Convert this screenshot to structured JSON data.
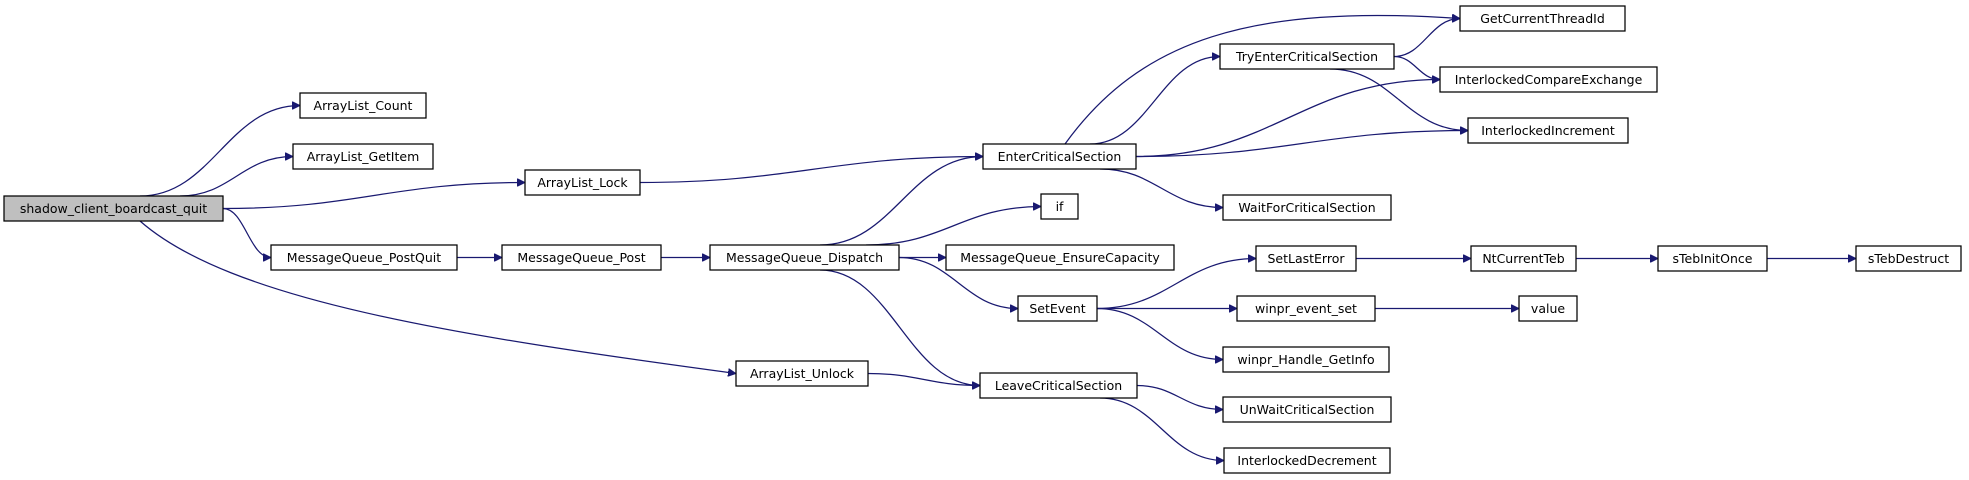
{
  "graph": {
    "nodes": [
      {
        "id": "root",
        "label": "shadow_client_boardcast_quit"
      },
      {
        "id": "al_count",
        "label": "ArrayList_Count"
      },
      {
        "id": "al_getitem",
        "label": "ArrayList_GetItem"
      },
      {
        "id": "al_lock",
        "label": "ArrayList_Lock"
      },
      {
        "id": "mq_postquit",
        "label": "MessageQueue_PostQuit"
      },
      {
        "id": "al_unlock",
        "label": "ArrayList_Unlock"
      },
      {
        "id": "mq_post",
        "label": "MessageQueue_Post"
      },
      {
        "id": "mq_dispatch",
        "label": "MessageQueue_Dispatch"
      },
      {
        "id": "enter_cs",
        "label": "EnterCriticalSection"
      },
      {
        "id": "if",
        "label": "if"
      },
      {
        "id": "mq_ensure",
        "label": "MessageQueue_EnsureCapacity"
      },
      {
        "id": "setevent",
        "label": "SetEvent"
      },
      {
        "id": "leave_cs",
        "label": "LeaveCriticalSection"
      },
      {
        "id": "getthreadid",
        "label": "GetCurrentThreadId"
      },
      {
        "id": "tryenter_cs",
        "label": "TryEnterCriticalSection"
      },
      {
        "id": "icmpxchg",
        "label": "InterlockedCompareExchange"
      },
      {
        "id": "iinc",
        "label": "InterlockedIncrement"
      },
      {
        "id": "waitcs",
        "label": "WaitForCriticalSection"
      },
      {
        "id": "setlasterror",
        "label": "SetLastError"
      },
      {
        "id": "eventset",
        "label": "winpr_event_set"
      },
      {
        "id": "handleinfo",
        "label": "winpr_Handle_GetInfo"
      },
      {
        "id": "unwaitcs",
        "label": "UnWaitCriticalSection"
      },
      {
        "id": "idec",
        "label": "InterlockedDecrement"
      },
      {
        "id": "ntteb",
        "label": "NtCurrentTeb"
      },
      {
        "id": "value",
        "label": "value"
      },
      {
        "id": "tebinit",
        "label": "sTebInitOnce"
      },
      {
        "id": "tebdestruct",
        "label": "sTebDestruct"
      }
    ],
    "edges": [
      [
        "root",
        "al_count"
      ],
      [
        "root",
        "al_getitem"
      ],
      [
        "root",
        "al_lock"
      ],
      [
        "root",
        "mq_postquit"
      ],
      [
        "root",
        "al_unlock"
      ],
      [
        "al_lock",
        "enter_cs"
      ],
      [
        "mq_postquit",
        "mq_post"
      ],
      [
        "mq_post",
        "mq_dispatch"
      ],
      [
        "mq_dispatch",
        "enter_cs"
      ],
      [
        "mq_dispatch",
        "if"
      ],
      [
        "mq_dispatch",
        "mq_ensure"
      ],
      [
        "mq_dispatch",
        "setevent"
      ],
      [
        "mq_dispatch",
        "leave_cs"
      ],
      [
        "al_unlock",
        "leave_cs"
      ],
      [
        "enter_cs",
        "getthreadid"
      ],
      [
        "enter_cs",
        "tryenter_cs"
      ],
      [
        "enter_cs",
        "icmpxchg"
      ],
      [
        "enter_cs",
        "iinc"
      ],
      [
        "enter_cs",
        "waitcs"
      ],
      [
        "tryenter_cs",
        "getthreadid"
      ],
      [
        "tryenter_cs",
        "icmpxchg"
      ],
      [
        "tryenter_cs",
        "iinc"
      ],
      [
        "setevent",
        "setlasterror"
      ],
      [
        "setevent",
        "eventset"
      ],
      [
        "setevent",
        "handleinfo"
      ],
      [
        "setlasterror",
        "ntteb"
      ],
      [
        "ntteb",
        "tebinit"
      ],
      [
        "tebinit",
        "tebdestruct"
      ],
      [
        "eventset",
        "value"
      ],
      [
        "leave_cs",
        "unwaitcs"
      ],
      [
        "leave_cs",
        "idec"
      ]
    ]
  }
}
